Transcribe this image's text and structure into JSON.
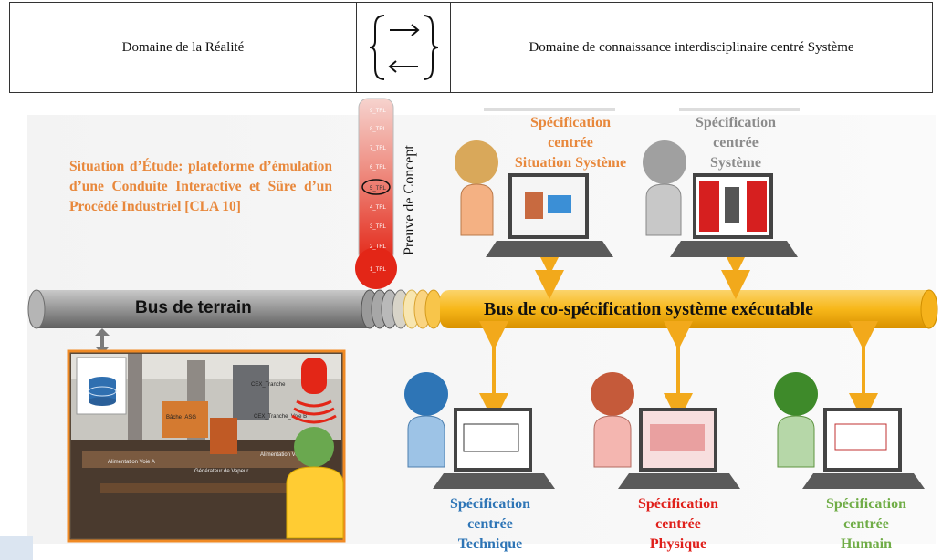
{
  "header": {
    "left_title": "Domaine de la Réalité",
    "right_title": "Domaine de connaissance interdisciplinaire centré Système"
  },
  "study_situation": "Situation d’Étude: plateforme d’émulation d’une Conduite Interactive et Sûre d’un Procédé Industriel [CLA 10]",
  "proof_of_concept": "Preuve de Concept",
  "thermometer_levels": [
    "9_TRL",
    "8_TRL",
    "7_TRL",
    "6_TRL",
    "5_TRL",
    "4_TRL",
    "3_TRL",
    "2_TRL",
    "1_TRL"
  ],
  "thermometer_highlight": "5_TRL",
  "bus_terrain": "Bus de terrain",
  "bus_cospec": "Bus de co-spécification système exécutable",
  "specs": {
    "situation": {
      "l1": "Spécification",
      "l2": "centrée",
      "l3": "Situation Système",
      "color": "#e8883c"
    },
    "systeme": {
      "l1": "Spécification",
      "l2": "centrée",
      "l3": "Système",
      "color": "#8c8c8c"
    },
    "technique": {
      "l1": "Spécification",
      "l2": "centrée",
      "l3": "Technique",
      "color": "#2e75b6"
    },
    "physique": {
      "l1": "Spécification",
      "l2": "centrée",
      "l3": "Physique",
      "color": "#e0201b"
    },
    "humain": {
      "l1": "Spécification",
      "l2": "centrée",
      "l3": "Humain",
      "color": "#70ad47"
    }
  },
  "photo_labels": {
    "cex_tranche": "CEX_Tranche",
    "bache": "Bâche_ASG",
    "cex_tranche_voie": "CEX_Tranche_Voie B",
    "alim_a": "Alimentation Voie A",
    "alim_b": "Alimentation Voie B",
    "generateur": "Générateur de Vapeur"
  },
  "colors": {
    "orange": "#e8883c",
    "bus_yellow": "#f7b719",
    "bus_grey": "#8e8e8e",
    "thermo_red": "#e8321e"
  }
}
